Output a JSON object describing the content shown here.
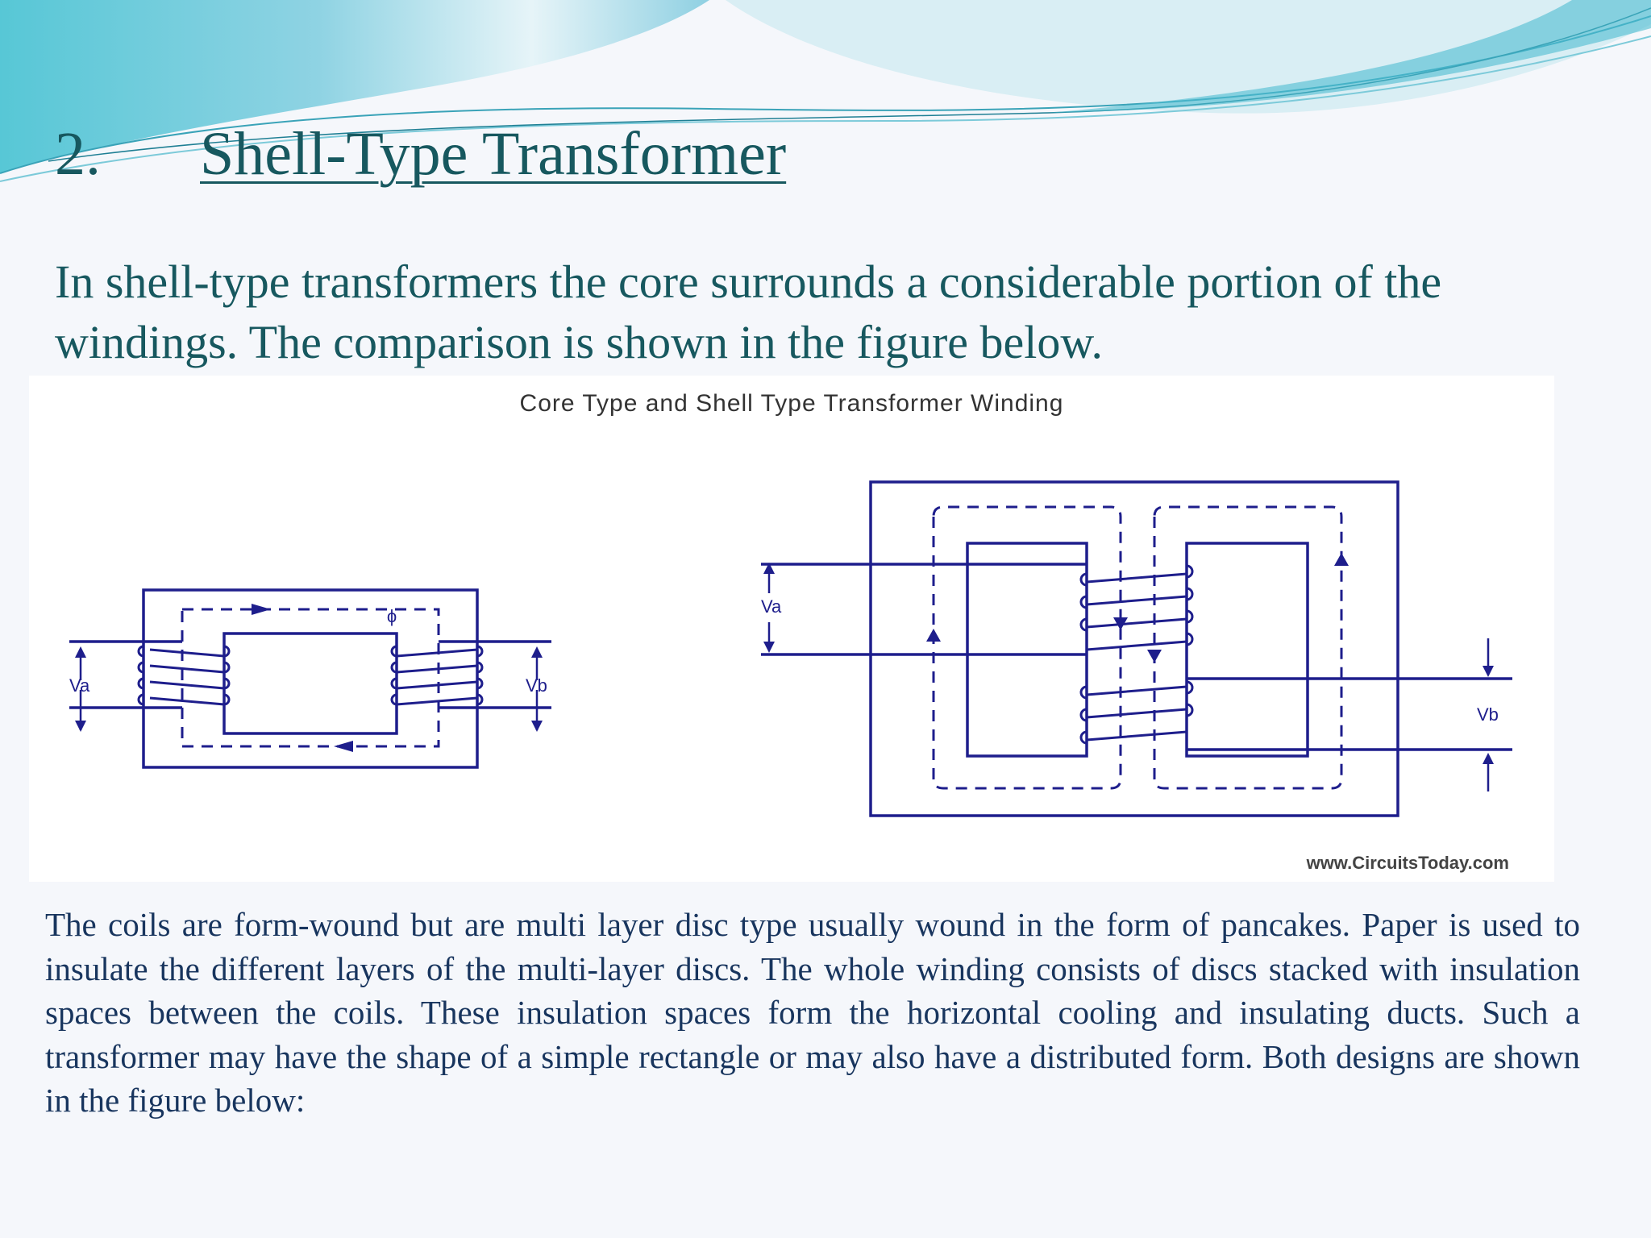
{
  "slide": {
    "number": "2.",
    "title": "Shell-Type Transformer",
    "intro": "In shell-type transformers the core surrounds a considerable portion of the windings. The comparison is shown in the figure below.",
    "body": "The coils are form-wound but are multi layer disc type usually wound in the form of pancakes. Paper is used to insulate the different layers of the multi-layer discs. The whole winding consists of discs stacked with insulation spaces between the coils. These insulation spaces form the horizontal cooling and insulating ducts. Such a transformer may have the shape of a simple rectangle or may also have a distributed form. Both designs are shown in the figure below:"
  },
  "figure": {
    "caption": "Core Type and Shell Type Transformer Winding",
    "core_type": {
      "flux_label": "ϕ",
      "primary_label": "Va",
      "secondary_label": "Vb"
    },
    "shell_type": {
      "primary_label": "Va",
      "secondary_label": "Vb"
    },
    "credit": "www.CircuitsToday.com"
  },
  "theme": {
    "title_color": "#17585f",
    "body_color": "#18355e",
    "diagram_color": "#1e1e8c"
  }
}
